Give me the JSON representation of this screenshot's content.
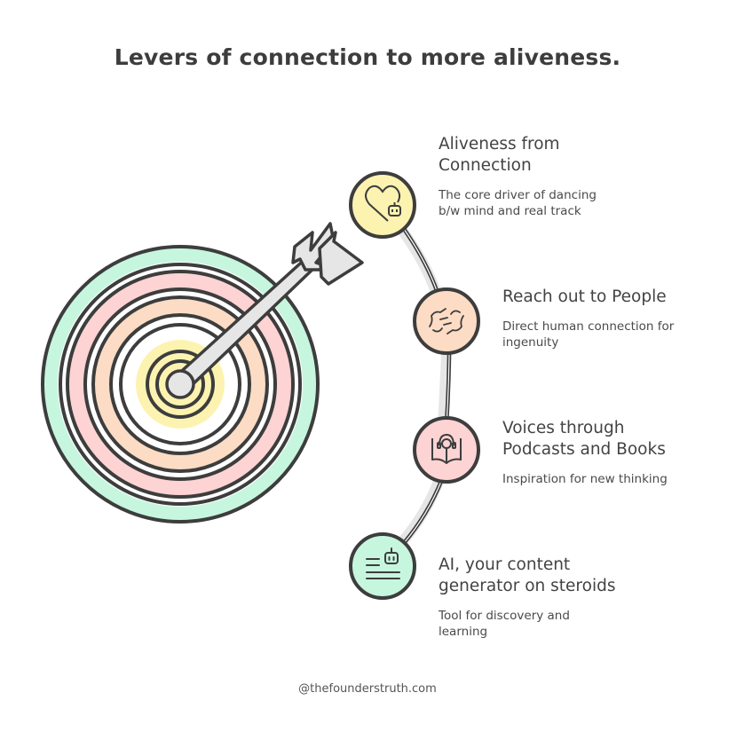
{
  "title": "Levers of connection to more aliveness.",
  "colors": {
    "stroke": "#3d3d3d",
    "yellow": "#fdf3b0",
    "peach": "#fcdcc4",
    "pink": "#fdd3d3",
    "mint": "#c7f6df",
    "arrow_fill": "#e6e6e6",
    "text": "#434343"
  },
  "target": {
    "rings": [
      "mint",
      "pink",
      "pink",
      "peach",
      "yellow",
      "center"
    ],
    "arrow": "arrow-in-bullseye"
  },
  "items": [
    {
      "icon": "heart-robot-icon",
      "color": "yellow",
      "heading_line1": "Aliveness from",
      "heading_line2": "Connection",
      "desc_line1": "The core driver of dancing",
      "desc_line2": "b/w mind and real track"
    },
    {
      "icon": "fist-bump-icon",
      "color": "peach",
      "heading_line1": "Reach out to People",
      "desc_line1": "Direct human connection for",
      "desc_line2": "ingenuity"
    },
    {
      "icon": "podcast-book-icon",
      "color": "pink",
      "heading_line1": "Voices through",
      "heading_line2": "Podcasts and Books",
      "desc_line1": "Inspiration for new thinking"
    },
    {
      "icon": "ai-content-icon",
      "color": "mint",
      "heading_line1": "AI, your content",
      "heading_line2": "generator on steroids",
      "desc_line1": "Tool for discovery and",
      "desc_line2": "learning"
    }
  ],
  "footer": "@thefounderstruth.com"
}
